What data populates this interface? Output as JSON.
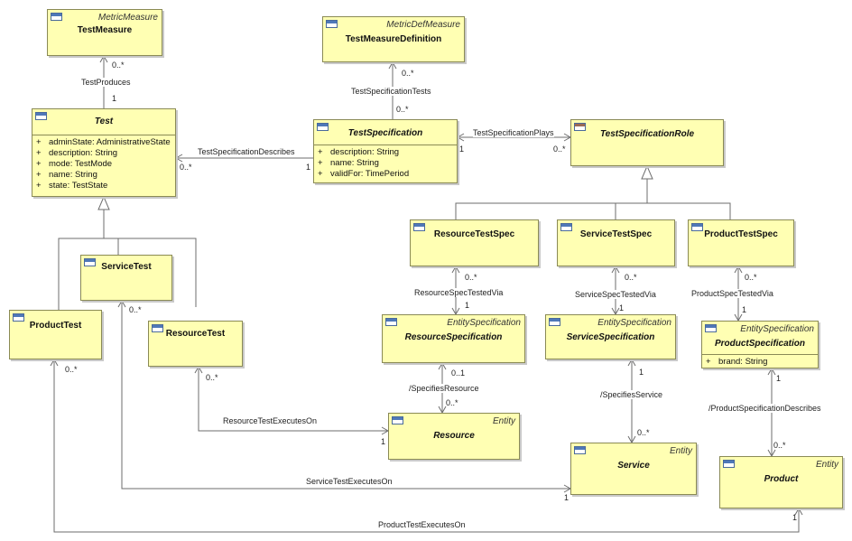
{
  "classes": {
    "test_measure": {
      "name": "TestMeasure",
      "stereotype": "MetricMeasure"
    },
    "test_measure_definition": {
      "name": "TestMeasureDefinition",
      "stereotype": "MetricDefMeasure"
    },
    "test": {
      "name": "Test",
      "attributes": [
        {
          "vis": "+",
          "text": "adminState: AdministrativeState"
        },
        {
          "vis": "+",
          "text": "description: String"
        },
        {
          "vis": "+",
          "text": "mode: TestMode"
        },
        {
          "vis": "+",
          "text": "name: String"
        },
        {
          "vis": "+",
          "text": "state: TestState"
        }
      ]
    },
    "test_specification": {
      "name": "TestSpecification",
      "attributes": [
        {
          "vis": "+",
          "text": "description: String"
        },
        {
          "vis": "+",
          "text": "name: String"
        },
        {
          "vis": "+",
          "text": "validFor: TimePeriod"
        }
      ]
    },
    "test_specification_role": {
      "name": "TestSpecificationRole"
    },
    "resource_test_spec": {
      "name": "ResourceTestSpec"
    },
    "service_test_spec": {
      "name": "ServiceTestSpec"
    },
    "product_test_spec": {
      "name": "ProductTestSpec"
    },
    "service_test": {
      "name": "ServiceTest"
    },
    "product_test": {
      "name": "ProductTest"
    },
    "resource_test": {
      "name": "ResourceTest"
    },
    "resource_specification": {
      "name": "ResourceSpecification",
      "stereotype": "EntitySpecification"
    },
    "service_specification": {
      "name": "ServiceSpecification",
      "stereotype": "EntitySpecification"
    },
    "product_specification": {
      "name": "ProductSpecification",
      "stereotype": "EntitySpecification",
      "attributes": [
        {
          "vis": "+",
          "text": "brand: String"
        }
      ]
    },
    "resource": {
      "name": "Resource",
      "stereotype": "Entity"
    },
    "service": {
      "name": "Service",
      "stereotype": "Entity"
    },
    "product": {
      "name": "Product",
      "stereotype": "Entity"
    }
  },
  "associations": {
    "test_produces": {
      "label": "TestProduces",
      "mult_a": "0..*",
      "mult_b": "1"
    },
    "test_specification_tests": {
      "label": "TestSpecificationTests",
      "mult_a": "0..*",
      "mult_b": "0..*"
    },
    "test_specification_describes": {
      "label": "TestSpecificationDescribes",
      "mult_a": "0..*",
      "mult_b": "1"
    },
    "test_specification_plays": {
      "label": "TestSpecificationPlays",
      "mult_a": "1",
      "mult_b": "0..*"
    },
    "resource_spec_tested_via": {
      "label": "ResourceSpecTestedVia",
      "mult_a": "0..*",
      "mult_b": "1"
    },
    "service_spec_tested_via": {
      "label": "ServiceSpecTestedVia",
      "mult_a": "0..*",
      "mult_b": "1"
    },
    "product_spec_tested_via": {
      "label": "ProductSpecTestedVia",
      "mult_a": "0..*",
      "mult_b": "1"
    },
    "specifies_resource": {
      "label": "/SpecifiesResource",
      "mult_a": "0..1",
      "mult_b": "0..*"
    },
    "specifies_service": {
      "label": "/SpecifiesService",
      "mult_a": "1",
      "mult_b": "0..*"
    },
    "product_specification_describes": {
      "label": "/ProductSpecificationDescribes",
      "mult_a": "1",
      "mult_b": "0..*"
    },
    "resource_test_executes_on": {
      "label": "ResourceTestExecutesOn",
      "mult_a": "0..*",
      "mult_b": "1"
    },
    "service_test_executes_on": {
      "label": "ServiceTestExecutesOn",
      "mult_a": "0..*",
      "mult_b": "1"
    },
    "product_test_executes_on": {
      "label": "ProductTestExecutesOn",
      "mult_a": "0..*",
      "mult_b": "1"
    }
  }
}
